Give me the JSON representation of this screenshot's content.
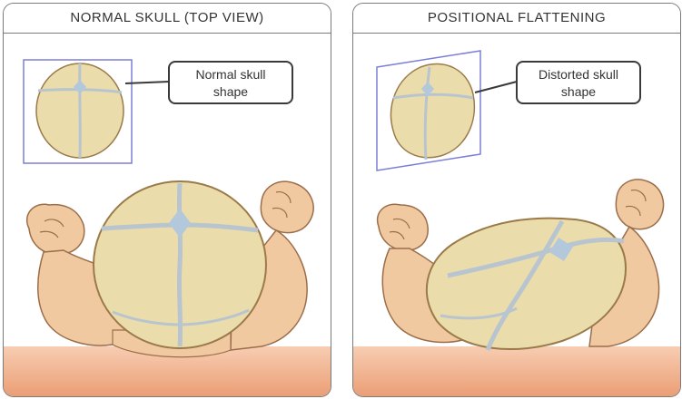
{
  "panels": [
    {
      "title": "NORMAL SKULL (TOP VIEW)",
      "callout": {
        "line1": "Normal skull",
        "line2": "shape"
      }
    },
    {
      "title": "POSITIONAL FLATTENING",
      "callout": {
        "line1": "Distorted skull",
        "line2": "shape"
      }
    }
  ],
  "colors": {
    "skull": "#ebdcab",
    "skin": "#f1c9a0",
    "suture": "#b8c5cf",
    "fontanelle": "#b4c8dc",
    "inset_frame": "#7b7fd6",
    "surface_top": "#f7cdb2",
    "surface_bottom": "#ea9a70"
  }
}
